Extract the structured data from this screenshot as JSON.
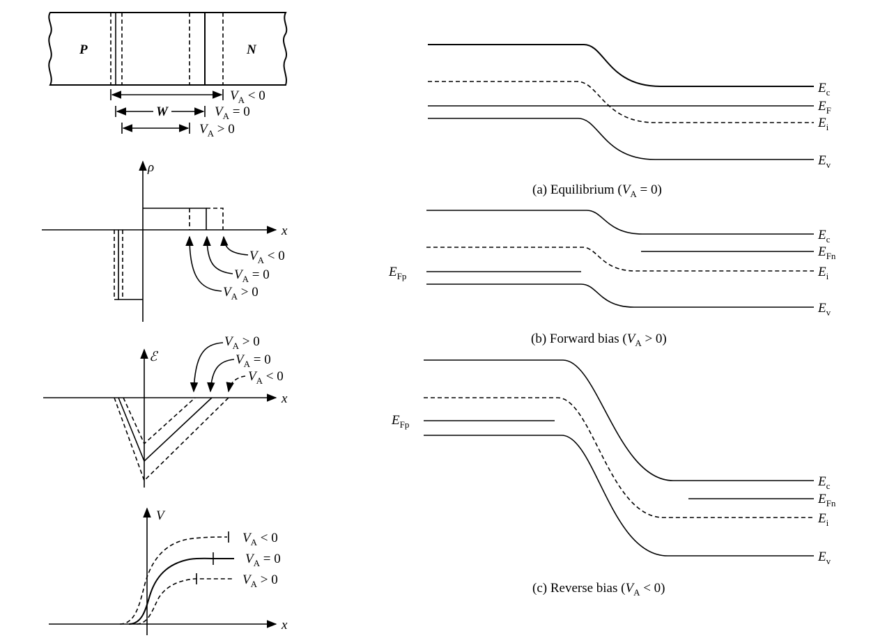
{
  "junction": {
    "p_label": "P",
    "n_label": "N",
    "width_label": "W",
    "va_neg": "V_A < 0",
    "va_zero": "V_A = 0",
    "va_pos": "V_A > 0"
  },
  "va": {
    "sym": "V",
    "sub": "A",
    "lt": "< 0",
    "eq": "= 0",
    "gt": "> 0"
  },
  "axes": {
    "rho": "ρ",
    "efield": "ℰ",
    "potential": "V",
    "x": "x"
  },
  "bands": {
    "E": "E",
    "c": "c",
    "F": "F",
    "i": "i",
    "v": "v",
    "Fn": "Fn",
    "Fp": "Fp",
    "caption_a_pre": "(a) Equilibrium (",
    "caption_a_post": " = 0)",
    "caption_b_pre": "(b) Forward bias (",
    "caption_b_post": " > 0)",
    "caption_c_pre": "(c) Reverse bias (",
    "caption_c_post": " < 0)"
  }
}
